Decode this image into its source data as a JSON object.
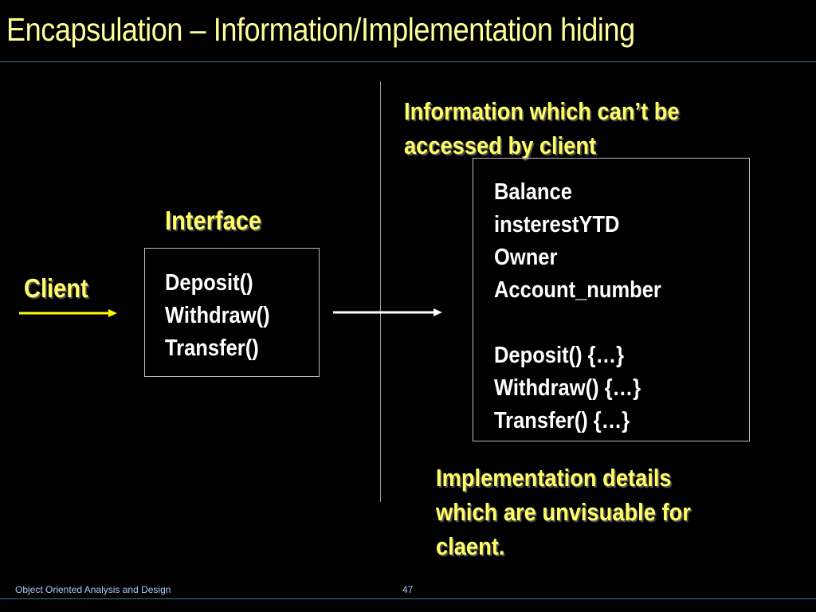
{
  "slide": {
    "title": "Encapsulation – Information/Implementation hiding",
    "footer_left": "Object Oriented Analysis and Design",
    "page_number": "47"
  },
  "diagram": {
    "client_label": "Client",
    "interface_label": "Interface",
    "interface_methods": [
      "Deposit()",
      "Withdraw()",
      "Transfer()"
    ],
    "hidden_info_label": [
      "Information which can’t be",
      "accessed by client"
    ],
    "implementation_items": [
      "Balance",
      "insterestYTD",
      "Owner",
      "Account_number",
      "",
      "Deposit() {…}",
      "Withdraw() {…}",
      "Transfer() {…}"
    ],
    "implementation_note": [
      "Implementation details",
      "which are unvisuable for",
      "claent."
    ]
  },
  "colors": {
    "background": "#000000",
    "title": "#ffff99",
    "label": "#ffff66",
    "client_arrow": "#ffff00",
    "text": "#ffffff",
    "rule": "#3a7a8a"
  }
}
